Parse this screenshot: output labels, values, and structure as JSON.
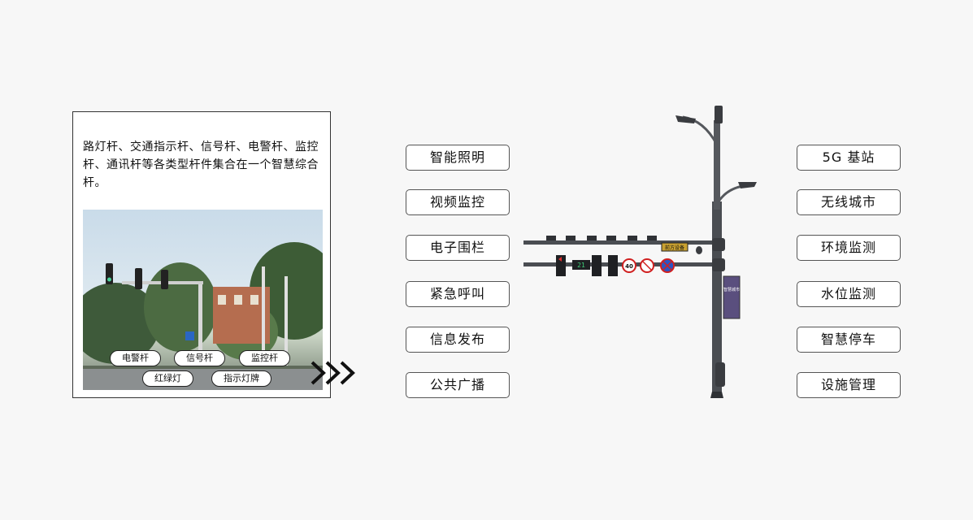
{
  "intro": {
    "text": "路灯杆、交通指示杆、信号杆、电警杆、监控杆、通讯杆等各类型杆件集合在一个智慧综合杆。"
  },
  "photo_tags": [
    "电警杆",
    "信号杆",
    "监控杆",
    "红绿灯",
    "指示灯牌"
  ],
  "left_features": [
    "智能照明",
    "视频监控",
    "电子围栏",
    "紧急呼叫",
    "信息发布",
    "公共广播"
  ],
  "right_features": [
    "5G 基站",
    "无线城市",
    "环境监测",
    "水位监测",
    "智慧停车",
    "设施管理"
  ],
  "pole": {
    "speed_limit": "40",
    "timer_display": "21",
    "sign_text": "前方设备",
    "screen_text": "智慧城市"
  },
  "colors": {
    "border": "#555555",
    "pole": "#4a4d52"
  }
}
